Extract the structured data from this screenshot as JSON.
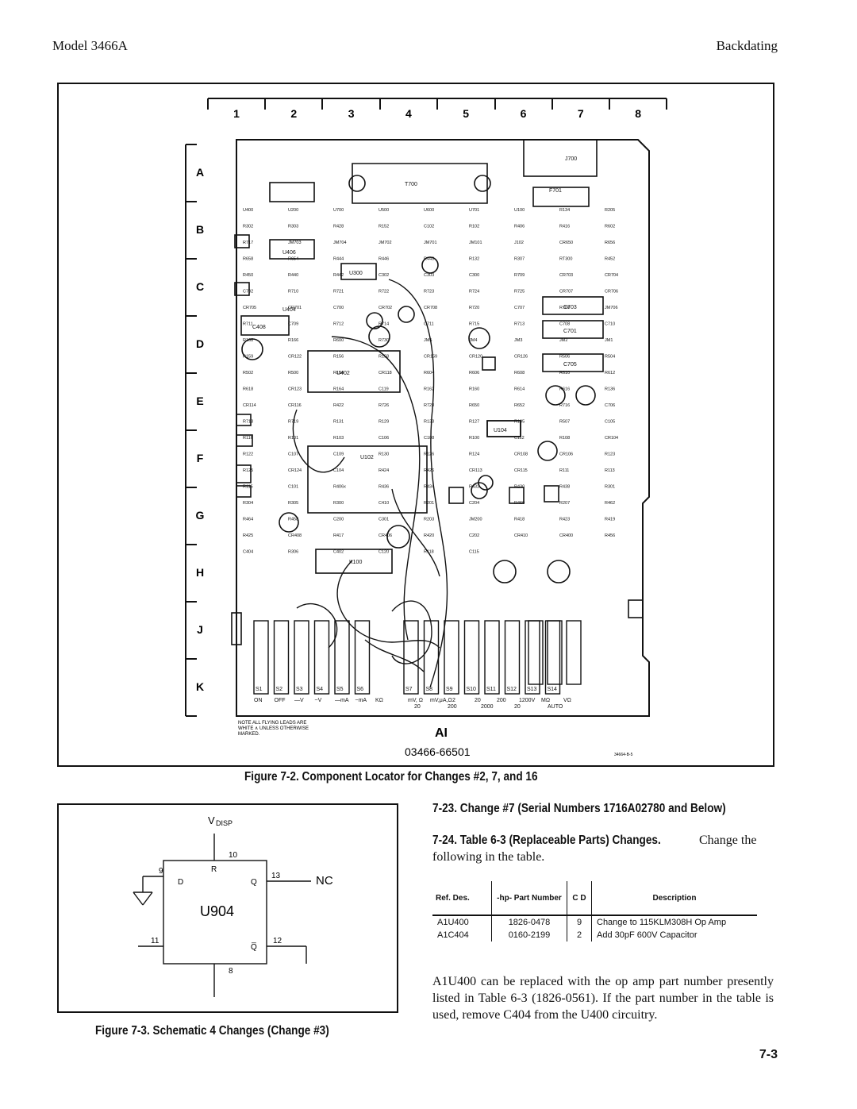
{
  "header": {
    "left": "Model 3466A",
    "right": "Backdating"
  },
  "figure72": {
    "caption": "Figure 7-2. Component Locator for Changes #2, 7, and 16",
    "columns": [
      "1",
      "2",
      "3",
      "4",
      "5",
      "6",
      "7",
      "8"
    ],
    "rows": [
      "A",
      "B",
      "C",
      "D",
      "E",
      "F",
      "G",
      "H",
      "J",
      "K"
    ],
    "board_name": "AI",
    "board_number": "03466-66501",
    "drawing_code": "34664-B-5",
    "note": [
      "NOTE ALL FLYING LEADS ARE",
      "WHITE ∧ UNLESS OTHERWISE",
      "MARKED."
    ],
    "ics": [
      "U406",
      "U404",
      "U300",
      "U402",
      "U102",
      "U104",
      "K100",
      "T700",
      "J700",
      "F701",
      "C408",
      "C703",
      "C701",
      "C705"
    ],
    "small_parts": [
      "U400",
      "U200",
      "U700",
      "U500",
      "U600",
      "U701",
      "U100",
      "R134",
      "R205",
      "R302",
      "R303",
      "R428",
      "R152",
      "C102",
      "R102",
      "R406",
      "R416",
      "R602",
      "R717",
      "JM703",
      "JM704",
      "JM702",
      "JM701",
      "JM101",
      "J102",
      "CR650",
      "R656",
      "R658",
      "R654",
      "R444",
      "R446",
      "R448",
      "R132",
      "R307",
      "RT300",
      "R452",
      "R450",
      "R440",
      "R442",
      "C302",
      "C303",
      "C300",
      "R709",
      "CR703",
      "CR704",
      "C702",
      "R710",
      "R721",
      "R722",
      "R723",
      "R724",
      "R725",
      "CR707",
      "CR706",
      "CR705",
      "CR701",
      "C700",
      "CR702",
      "CR708",
      "R720",
      "C707",
      "R708",
      "JM706",
      "R711",
      "C709",
      "R712",
      "R714",
      "C711",
      "R715",
      "R713",
      "C708",
      "C710",
      "R168",
      "R166",
      "R600",
      "R730",
      "JM5",
      "JM4",
      "JM3",
      "JM2",
      "JM1",
      "R159",
      "CR122",
      "R156",
      "R158",
      "CR159",
      "CR120",
      "CR126",
      "R506",
      "R504",
      "R502",
      "R500",
      "R154",
      "CR118",
      "R604",
      "R606",
      "R608",
      "R610",
      "R612",
      "R618",
      "CR123",
      "R164",
      "C119",
      "R162",
      "R160",
      "R614",
      "R616",
      "R136",
      "CR114",
      "CR116",
      "R422",
      "R726",
      "R728",
      "R650",
      "R652",
      "R716",
      "C706",
      "R718",
      "R719",
      "R131",
      "R129",
      "R133",
      "R127",
      "R105",
      "R507",
      "C105",
      "R116",
      "R101",
      "R103",
      "C106",
      "C108",
      "R100",
      "C112",
      "R108",
      "CR104",
      "R122",
      "C107",
      "C109",
      "R130",
      "R126",
      "R124",
      "CR108",
      "CR106",
      "R123",
      "R125",
      "CR124",
      "C104",
      "R424",
      "R426",
      "CR113",
      "CR115",
      "R111",
      "R113",
      "R115",
      "C101",
      "R406x",
      "R436",
      "R434",
      "R432",
      "R430",
      "R438",
      "R301",
      "R304",
      "R305",
      "R300",
      "C410",
      "R201",
      "C204",
      "R460",
      "R207",
      "R462",
      "R464",
      "R458",
      "C200",
      "C301",
      "R203",
      "JM200",
      "R418",
      "R423",
      "R419",
      "R425",
      "CR408",
      "R417",
      "CR406",
      "R420",
      "C202",
      "CR410",
      "CR400",
      "R456",
      "C404",
      "R306",
      "C402",
      "C120",
      "R118",
      "C115"
    ],
    "switches": [
      "S1",
      "S2",
      "S3",
      "S4",
      "S5",
      "S6",
      "S7",
      "S8",
      "S9",
      "S10",
      "S11",
      "S12",
      "S13",
      "S14"
    ],
    "switch_labels_left": [
      "ON",
      "OFF",
      "—V",
      "~V",
      "—mA",
      "~mA",
      "KΩ"
    ],
    "switch_labels_right": [
      "mV, Ω",
      "mV,μA,Ω",
      "2",
      "20",
      "200",
      "1200V",
      "MΩ",
      "VΩ"
    ],
    "switch_labels_right2": [
      "20",
      "200",
      "2000",
      "20",
      "AUTO"
    ]
  },
  "figure73": {
    "caption": "Figure 7-3. Schematic 4 Changes (Change #3)",
    "chip": "U904",
    "vdisp": "V",
    "vdisp_sub": "DISP",
    "pins": {
      "top": "10",
      "r": "R",
      "d": "D",
      "q": "Q",
      "q_bar": "Q̅",
      "p9": "9",
      "p13": "13",
      "p11": "11",
      "p12": "12",
      "p8": "8"
    },
    "nc": "NC"
  },
  "section723": {
    "heading": "7-23. Change #7 (Serial Numbers 1716A02780 and Below)"
  },
  "section724": {
    "heading": "7-24. Table 6-3 (Replaceable Parts) Changes.",
    "text": "Change the following in the table."
  },
  "table": {
    "headers": [
      "Ref. Des.",
      "-hp- Part Number",
      "C D",
      "Description"
    ],
    "rows": [
      [
        "A1U400",
        "1826-0478",
        "9",
        "Change to 115KLM308H Op Amp"
      ],
      [
        "A1C404",
        "0160-2199",
        "2",
        "Add 30pF 600V Capacitor"
      ]
    ]
  },
  "body_text": "A1U400 can be replaced with the op amp part number presently listed in Table 6-3 (1826-0561). If the part number in the table is used, remove C404 from the U400 circuitry.",
  "page_number": "7-3"
}
